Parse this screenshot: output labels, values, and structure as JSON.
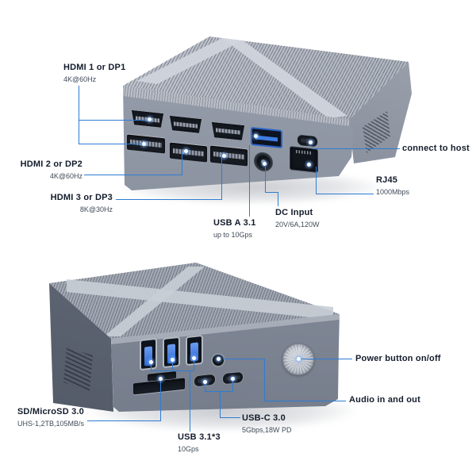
{
  "colors": {
    "accent_line": "#2e7cd3",
    "label_title": "#131c2b",
    "label_sub": "#414b58",
    "body_gray": "#8a919e",
    "usb_blue": "#2f6fd6"
  },
  "rear_view": {
    "callouts": {
      "hdmi1": {
        "title": "HDMI 1 or DP1",
        "sub": "4K@60Hz"
      },
      "hdmi2": {
        "title": "HDMI 2 or DP2",
        "sub": "4K@60Hz"
      },
      "hdmi3": {
        "title": "HDMI 3 or DP3",
        "sub": "8K@30Hz"
      },
      "usb_a": {
        "title": "USB A 3.1",
        "sub": "up to 10Gps"
      },
      "dc": {
        "title": "DC Input",
        "sub": "20V/6A,120W"
      },
      "host": {
        "title": "connect to host"
      },
      "rj45": {
        "title": "RJ45",
        "sub": "1000Mbps"
      }
    }
  },
  "front_view": {
    "callouts": {
      "sd": {
        "title": "SD/MicroSD 3.0",
        "sub": "UHS-1,2TB,105MB/s"
      },
      "usb31": {
        "title": "USB 3.1*3",
        "sub": "10Gps"
      },
      "usbc": {
        "title": "USB-C 3.0",
        "sub": "5Gbps,18W PD"
      },
      "audio": {
        "title": "Audio in and out"
      },
      "power": {
        "title": "Power button on/off"
      }
    }
  }
}
